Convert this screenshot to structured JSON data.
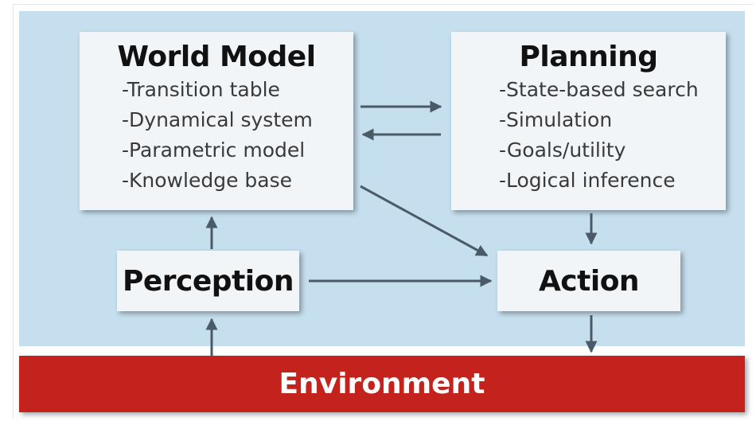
{
  "world_model": {
    "title": "World Model",
    "items": [
      "-Transition table",
      "-Dynamical system",
      "-Parametric model",
      "-Knowledge base"
    ]
  },
  "planning": {
    "title": "Planning",
    "items": [
      "-State-based search",
      "-Simulation",
      "-Goals/utility",
      "-Logical inference"
    ]
  },
  "perception": {
    "title": "Perception"
  },
  "action": {
    "title": "Action"
  },
  "environment": {
    "title": "Environment"
  },
  "colors": {
    "panel": "#c6dfee",
    "box": "#f2f5f8",
    "environment": "#c4221c",
    "arrow": "#4a5a66"
  }
}
